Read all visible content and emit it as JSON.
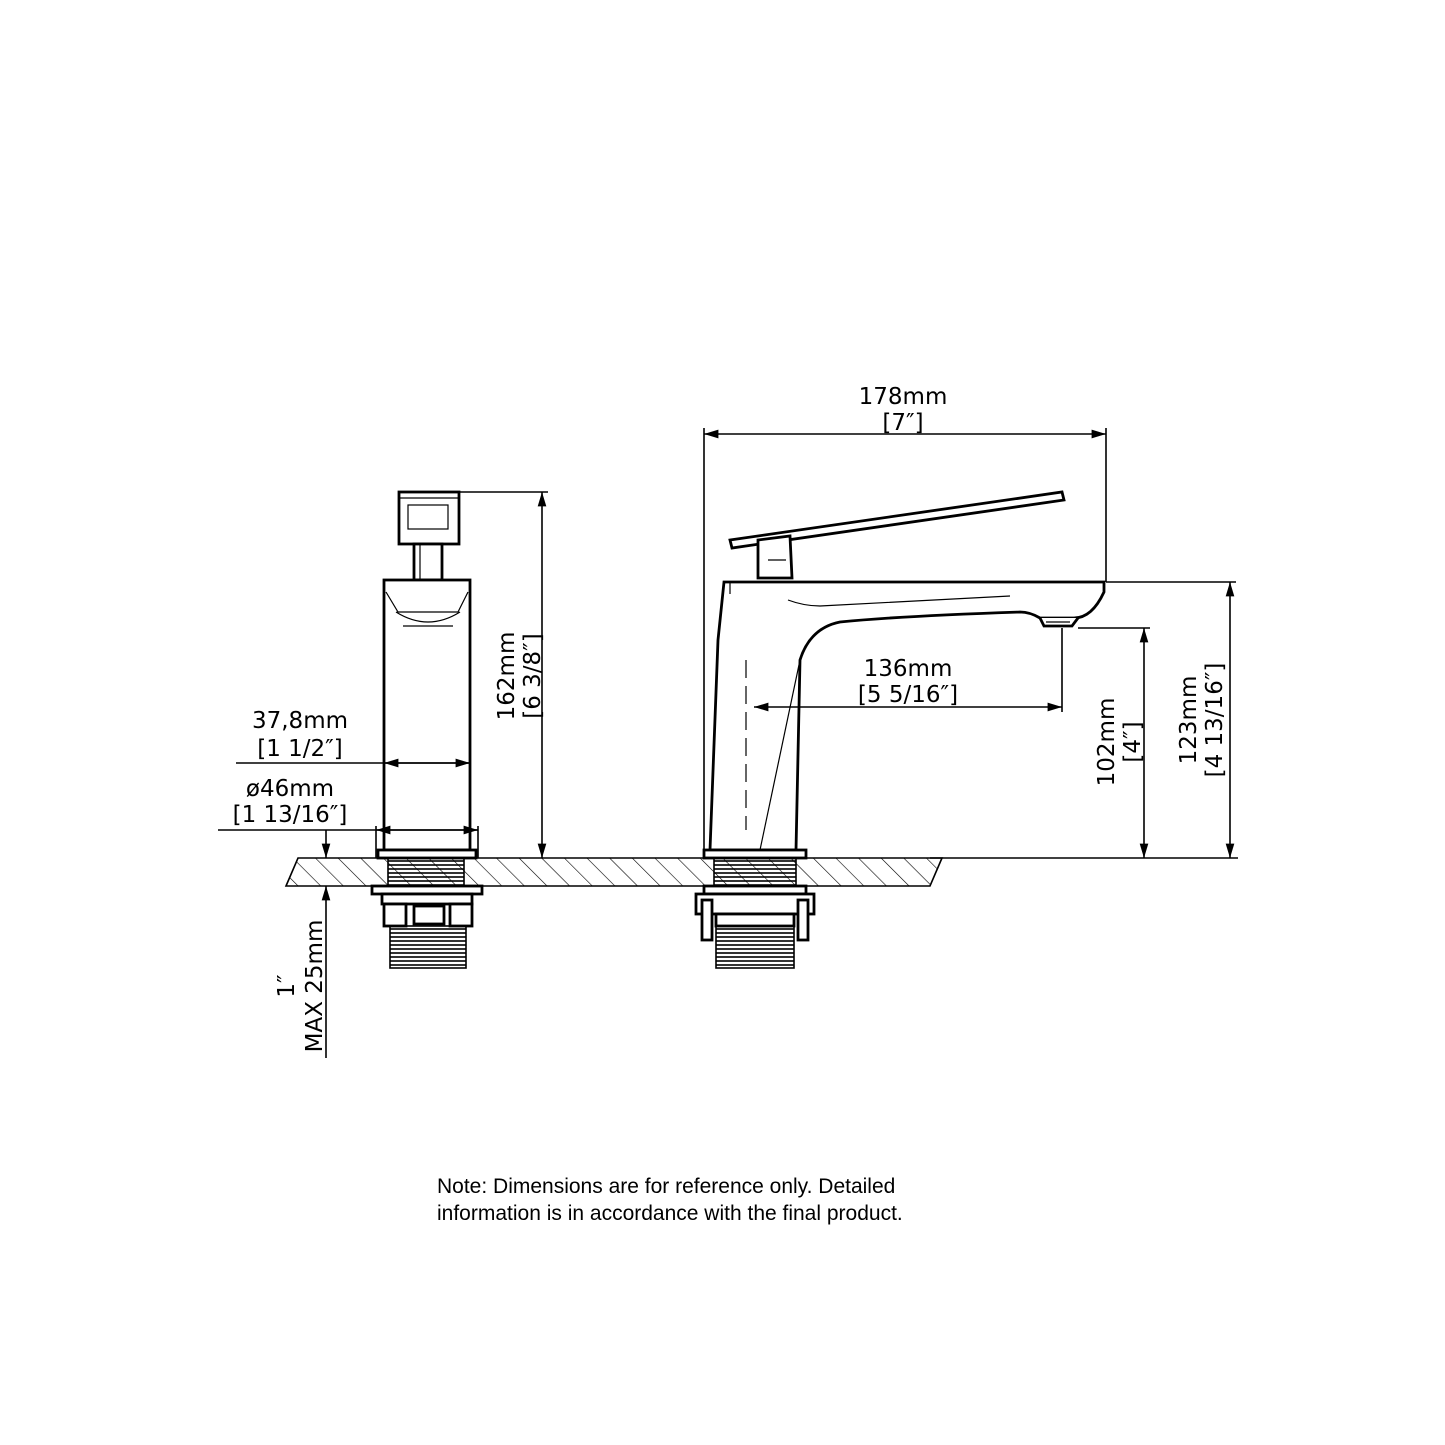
{
  "dimensions": {
    "width_mm": "178mm",
    "width_in": "[7″]",
    "reach_mm": "136mm",
    "reach_in": "[5  5/16″]",
    "height_mm": "162mm",
    "height_in": "[6  3/8″]",
    "body_width_mm": "37,8mm",
    "body_width_in": "[1  1/2″]",
    "base_dia_mm": "ø46mm",
    "base_dia_in": "[1  13/16″]",
    "spout_height_mm": "102mm",
    "spout_height_in": "[4″]",
    "outlet_height_mm": "123mm",
    "outlet_height_in": "[4  13/16″]",
    "deck_thickness_in": "1″",
    "deck_thickness_mm": "MAX  25mm"
  },
  "note": {
    "line1": "Note: Dimensions are for reference only. Detailed",
    "line2": "information is in accordance with the final product."
  }
}
